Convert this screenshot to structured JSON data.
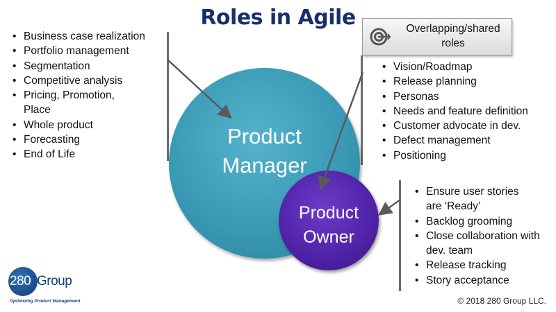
{
  "title": "Roles in Agile",
  "product_manager": {
    "line1": "Product",
    "line2": "Manager",
    "responsibilities": [
      "Business case realization",
      "Portfolio management",
      "Segmentation",
      "Competitive analysis",
      "Pricing, Promotion, Place",
      "Whole product",
      "Forecasting",
      "End of Life"
    ]
  },
  "shared": {
    "label": "Overlapping/shared roles",
    "icon": "target-icon",
    "responsibilities": [
      "Vision/Roadmap",
      "Release planning",
      "Personas",
      "Needs and feature definition",
      "Customer advocate in dev.",
      "Defect management",
      "Positioning"
    ]
  },
  "product_owner": {
    "line1": "Product",
    "line2": "Owner",
    "responsibilities": [
      "Ensure user stories are ‘Ready’",
      "Backlog grooming",
      "Close collaboration with dev. team",
      "Release tracking",
      "Story acceptance"
    ]
  },
  "colors": {
    "title": "#17306b",
    "product_manager_circle": "#3a9ab6",
    "product_owner_circle": "#4f22a6",
    "bracket": "#6b6b6b",
    "arrow": "#5a5a5a"
  },
  "logo": {
    "number": "280",
    "word": "Group",
    "tagline": "Optimizing Product Management"
  },
  "copyright": "© 2018 280 Group LLC."
}
